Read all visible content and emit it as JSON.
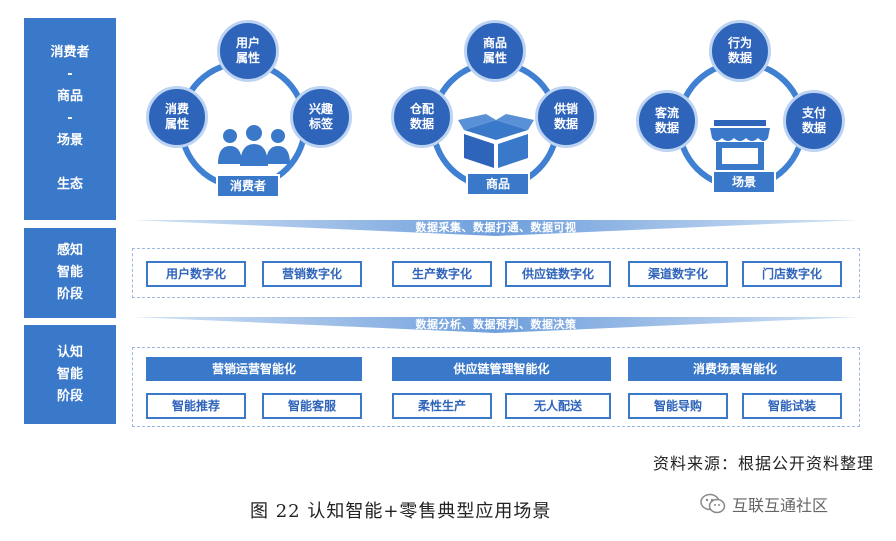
{
  "stages": [
    "消费者\n-\n商品\n-\n场景\n\n生态",
    "感知\n智能\n阶段",
    "认知\n智能\n阶段"
  ],
  "ecosystem": {
    "consumer": {
      "top": "用户\n属性",
      "left": "消费\n属性",
      "right": "兴趣\n标签",
      "tag": "消费者"
    },
    "product": {
      "top": "商品\n属性",
      "left": "仓配\n数据",
      "right": "供销\n数据",
      "tag": "商品"
    },
    "scene": {
      "top": "行为\n数据",
      "left": "客流\n数据",
      "right": "支付\n数据",
      "tag": "场景"
    }
  },
  "band1": "数据采集、数据打通、数据可视",
  "perception": [
    "用户数字化",
    "营销数字化",
    "生产数字化",
    "供应链数字化",
    "渠道数字化",
    "门店数字化"
  ],
  "band2": "数据分析、数据预判、数据决策",
  "cognition": {
    "heads": [
      "营销运营智能化",
      "供应链管理智能化",
      "消费场景智能化"
    ],
    "items": [
      "智能推荐",
      "智能客服",
      "柔性生产",
      "无人配送",
      "智能导购",
      "智能试装"
    ]
  },
  "source": "资料来源：根据公开资料整理",
  "caption": "图 22 认知智能+零售典型应用场景",
  "watermark": "互联互通社区",
  "colors": {
    "primary": "#3a78c9",
    "dark": "#2f64bb",
    "light": "#bcd3f2"
  }
}
